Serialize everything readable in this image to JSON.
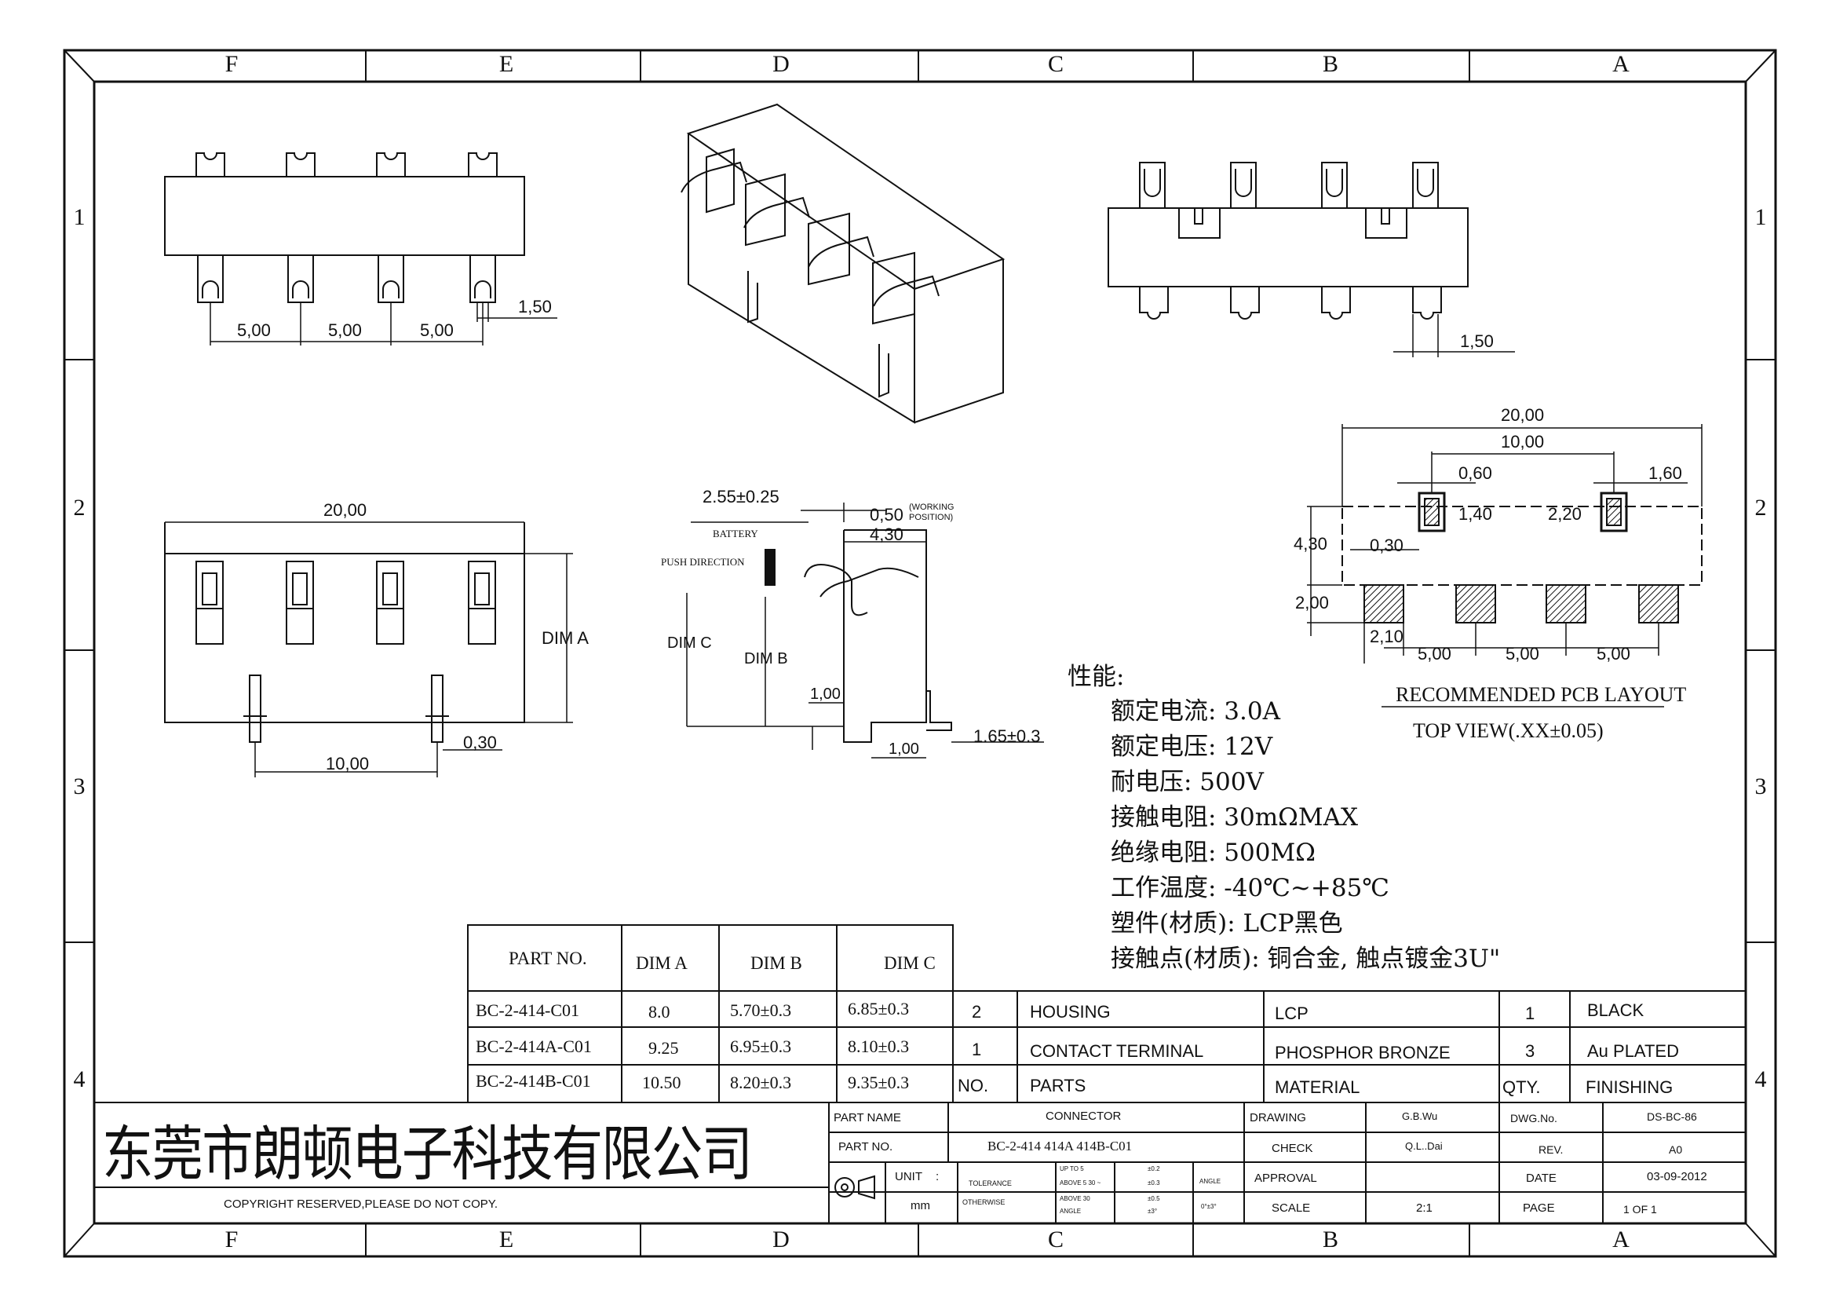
{
  "zones": {
    "top": [
      "F",
      "E",
      "D",
      "C",
      "B",
      "A"
    ],
    "bottom": [
      "F",
      "E",
      "D",
      "C",
      "B",
      "A"
    ],
    "left": [
      "1",
      "2",
      "3",
      "4"
    ],
    "right": [
      "1",
      "2",
      "3",
      "4"
    ]
  },
  "top_view_dims": {
    "pitch_1": "5,00",
    "pitch_2": "5,00",
    "pitch_3": "5,00",
    "pin_width": "1,50"
  },
  "right_top_dims": {
    "pin_width": "1,50"
  },
  "front_view": {
    "width": "20,00",
    "dim_a": "DIM A",
    "pin_spacing": "10,00",
    "pin_width": "0,30"
  },
  "side_view": {
    "offset": "2.55±0.25",
    "working": "0,50",
    "working_note_1": "(WORKING",
    "working_note_2": "POSITION)",
    "depth": "4,30",
    "battery": "BATTERY",
    "push": "PUSH DIRECTION",
    "dim_c": "DIM C",
    "dim_b": "DIM B",
    "h1": "1,00",
    "w1": "1,00",
    "foot": "1.65±0.3"
  },
  "pcb_layout": {
    "overall": "20,00",
    "inner": "10,00",
    "slot_w": "0,60",
    "slot_right": "1,60",
    "slot_h": "1,40",
    "slot_h2": "2,20",
    "depth": "4,30",
    "offset": "0,30",
    "pad_h": "2,00",
    "pad_w": "2,10",
    "pitch_1": "5,00",
    "pitch_2": "5,00",
    "pitch_3": "5,00",
    "title": "RECOMMENDED PCB LAYOUT",
    "subtitle": "TOP VIEW(.XX±0.05)"
  },
  "specs": {
    "heading": "性能:",
    "lines": [
      "额定电流: 3.0A",
      "额定电压: 12V",
      "耐电压: 500V",
      "接触电阻: 30mΩMAX",
      "绝缘电阻: 500MΩ",
      "工作温度: -40℃~+85℃",
      "塑件(材质): LCP黑色",
      "接触点(材质): 铜合金, 触点镀金3U\""
    ]
  },
  "dim_table": {
    "headers": [
      "PART NO.",
      "DIM A",
      "DIM B",
      "DIM C"
    ],
    "rows": [
      [
        "BC-2-414-C01",
        "8.0",
        "5.70±0.3",
        "6.85±0.3"
      ],
      [
        "BC-2-414A-C01",
        "9.25",
        "6.95±0.3",
        "8.10±0.3"
      ],
      [
        "BC-2-414B-C01",
        "10.50",
        "8.20±0.3",
        "9.35±0.3"
      ]
    ]
  },
  "bom": {
    "rows": [
      [
        "2",
        "HOUSING",
        "LCP",
        "1",
        "BLACK"
      ],
      [
        "1",
        "CONTACT TERMINAL",
        "PHOSPHOR BRONZE",
        "3",
        "Au PLATED"
      ],
      [
        "NO.",
        "PARTS",
        "MATERIAL",
        "QTY.",
        "FINISHING"
      ]
    ]
  },
  "title_block": {
    "company": "东莞市朗顿电子科技有限公司",
    "copyright": "COPYRIGHT RESERVED,PLEASE DO NOT COPY.",
    "part_name_label": "PART NAME",
    "part_name": "CONNECTOR",
    "part_no_label": "PART NO.",
    "part_no": "BC-2-414 414A 414B-C01",
    "unit_label": "UNIT",
    "unit_colon": ":",
    "unit": "mm",
    "tolerance": "TOLERANCE",
    "otherwise": "OTHERWISE",
    "tol_rows": [
      [
        "UP TO 5",
        "±0.2"
      ],
      [
        "ABOVE 5  30 ~",
        "±0.3"
      ],
      [
        "ABOVE 30",
        "±0.5"
      ],
      [
        "ANGLE",
        "±3°"
      ]
    ],
    "angle_label": "ANGLE",
    "angle_val": "0°±3°",
    "drawing_label": "DRAWING",
    "drawing": "G.B.Wu",
    "check_label": "CHECK",
    "check": "Q.L..Dai",
    "approval_label": "APPROVAL",
    "approval": "",
    "scale_label": "SCALE",
    "scale": "2:1",
    "dwg_label": "DWG.No.",
    "dwg": "DS-BC-86",
    "rev_label": "REV.",
    "rev": "A0",
    "date_label": "DATE",
    "date": "03-09-2012",
    "page_label": "PAGE",
    "page": "1 OF 1"
  }
}
